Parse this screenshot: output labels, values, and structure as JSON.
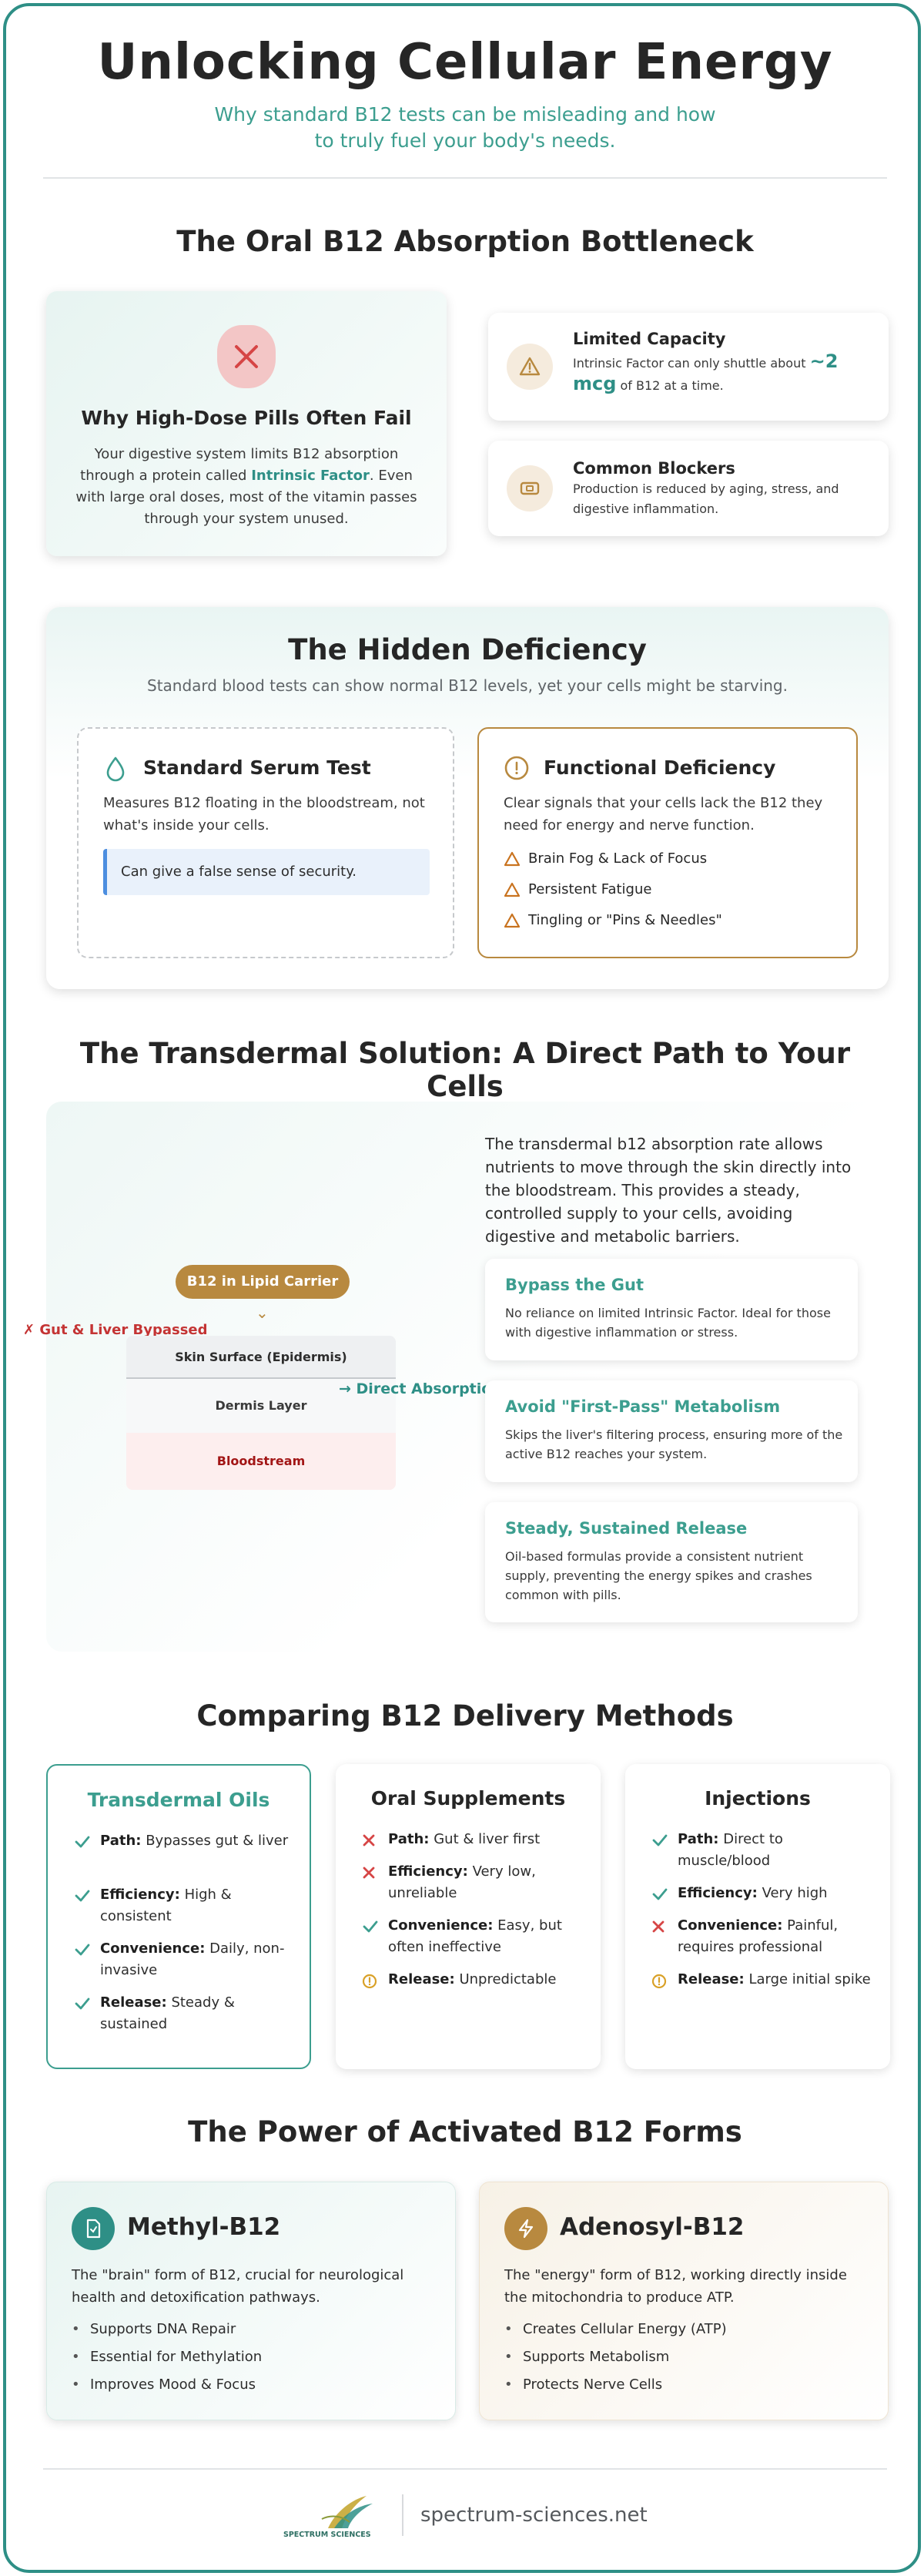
{
  "header": {
    "title": "Unlocking Cellular Energy",
    "subtitle": "Why standard B12 tests can be misleading and how to truly fuel your body's needs."
  },
  "bottleneck": {
    "title": "The Oral B12 Absorption Bottleneck",
    "why": {
      "title": "Why High-Dose Pills Often Fail",
      "text_before": "Your digestive system limits B12 absorption through a protein called ",
      "highlight": "Intrinsic Factor",
      "text_after": ". Even with large oral doses, most of the vitamin passes through your system unused."
    },
    "limited": {
      "title": "Limited Capacity",
      "text_before": "Intrinsic Factor can only shuttle about ",
      "amount": "~2 mcg",
      "text_after": " of B12 at a time."
    },
    "blockers": {
      "title": "Common Blockers",
      "text": "Production is reduced by aging, stress, and digestive inflammation."
    }
  },
  "hidden": {
    "title": "The Hidden Deficiency",
    "subtitle": "Standard blood tests can show normal B12 levels, yet your cells might be starving.",
    "serum": {
      "title": "Standard Serum Test",
      "text": "Measures B12 floating in the bloodstream, not what's inside your cells.",
      "note": "Can give a false sense of security."
    },
    "functional": {
      "title": "Functional Deficiency",
      "text": "Clear signals that your cells lack the B12 they need for energy and nerve function.",
      "symptoms": [
        "Brain Fog & Lack of Focus",
        "Persistent Fatigue",
        "Tingling or \"Pins & Needles\""
      ]
    }
  },
  "transdermal": {
    "title": "The Transdermal Solution: A Direct Path to Your Cells",
    "intro": "The transdermal b12 absorption rate allows nutrients to move through the skin directly into the bloodstream. This provides a steady, controlled supply to your cells, avoiding digestive and metabolic barriers.",
    "diagram": {
      "carrier": "B12 in Lipid Carrier",
      "bypassed": "✗ Gut & Liver Bypassed",
      "direct": "→ Direct Absorption",
      "layers": [
        "Skin Surface (Epidermis)",
        "Dermis Layer",
        "Bloodstream"
      ]
    },
    "benefits": [
      {
        "title": "Bypass the Gut",
        "text": "No reliance on limited Intrinsic Factor. Ideal for those with digestive inflammation or stress."
      },
      {
        "title": "Avoid \"First-Pass\" Metabolism",
        "text": "Skips the liver's filtering process, ensuring more of the active B12 reaches your system."
      },
      {
        "title": "Steady, Sustained Release",
        "text": "Oil-based formulas provide a consistent nutrient supply, preventing the energy spikes and crashes common with pills."
      }
    ]
  },
  "comparison": {
    "title": "Comparing B12 Delivery Methods",
    "methods": [
      {
        "name": "Transdermal Oils",
        "items": [
          {
            "status": "good",
            "label": "Path:",
            "value": "Bypasses gut & liver"
          },
          {
            "status": "good",
            "label": "Efficiency:",
            "value": "High & consistent"
          },
          {
            "status": "good",
            "label": "Convenience:",
            "value": "Daily, non-invasive"
          },
          {
            "status": "good",
            "label": "Release:",
            "value": "Steady & sustained"
          }
        ]
      },
      {
        "name": "Oral Supplements",
        "items": [
          {
            "status": "bad",
            "label": "Path:",
            "value": "Gut & liver first"
          },
          {
            "status": "bad",
            "label": "Efficiency:",
            "value": "Very low, unreliable"
          },
          {
            "status": "good",
            "label": "Convenience:",
            "value": "Easy, but often ineffective"
          },
          {
            "status": "warn",
            "label": "Release:",
            "value": "Unpredictable"
          }
        ]
      },
      {
        "name": "Injections",
        "items": [
          {
            "status": "good",
            "label": "Path:",
            "value": "Direct to muscle/blood"
          },
          {
            "status": "good",
            "label": "Efficiency:",
            "value": "Very high"
          },
          {
            "status": "bad",
            "label": "Convenience:",
            "value": "Painful, requires professional"
          },
          {
            "status": "warn",
            "label": "Release:",
            "value": "Large initial spike"
          }
        ]
      }
    ]
  },
  "forms": {
    "title": "The Power of Activated B12 Forms",
    "methyl": {
      "title": "Methyl-B12",
      "text": "The \"brain\" form of B12, crucial for neurological health and detoxification pathways.",
      "items": [
        "Supports DNA Repair",
        "Essential for Methylation",
        "Improves Mood & Focus"
      ]
    },
    "adenosyl": {
      "title": "Adenosyl-B12",
      "text": "The \"energy\" form of B12, working directly inside the mitochondria to produce ATP.",
      "items": [
        "Creates Cellular Energy (ATP)",
        "Supports Metabolism",
        "Protects Nerve Cells"
      ]
    }
  },
  "footer": {
    "logo_text": "SPECTRUM SCIENCES",
    "site": "spectrum-sciences.net"
  },
  "colors": {
    "teal": "#2e8f86",
    "gold": "#b8893f",
    "red": "#c43434",
    "check": "#3c9e8f"
  }
}
